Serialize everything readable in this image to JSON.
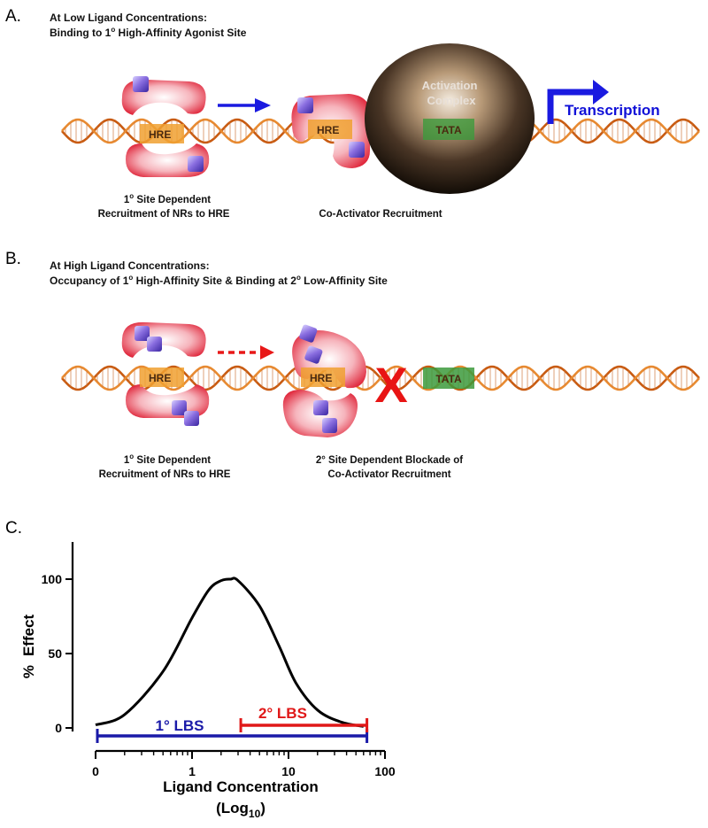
{
  "panels": {
    "a": {
      "letter": "A.",
      "heading_line1": "At Low Ligand Concentrations:",
      "heading_line2_pre": "Binding to 1",
      "heading_line2_sup": "o",
      "heading_line2_post": " High-Affinity  Agonist Site",
      "hre_left": "HRE",
      "hre_right": "HRE",
      "tata": "TATA",
      "complex_line1": "Activation",
      "complex_line2": "Complex",
      "transcription": "Transcription",
      "caption_left_line1_pre": "1",
      "caption_left_line1_sup": "o",
      "caption_left_line1_post": " Site Dependent",
      "caption_left_line2": "Recruitment of NRs to HRE",
      "caption_right": "Co-Activator Recruitment"
    },
    "b": {
      "letter": "B.",
      "heading_line1": "At High Ligand Concentrations:",
      "heading_line2_a": "Occupancy of 1",
      "heading_line2_sup1": "o",
      "heading_line2_b": "  High-Affinity Site & Binding at 2",
      "heading_line2_sup2": "o",
      "heading_line2_c": " Low-Affinity Site",
      "hre_left": "HRE",
      "hre_right": "HRE",
      "tata": "TATA",
      "block_mark": "X",
      "caption_left_line1_pre": "1",
      "caption_left_line1_sup": "o",
      "caption_left_line1_post": " Site Dependent",
      "caption_left_line2": "Recruitment of NRs to HRE",
      "caption_right_line1": "2° Site Dependent Blockade of",
      "caption_right_line2": "Co-Activator Recruitment"
    },
    "c": {
      "letter": "C."
    }
  },
  "colors": {
    "dna_strand": "#c85a10",
    "receptor": "#e83a4a",
    "ligand": "#6a4cc8",
    "hre_box": "#f0a030",
    "tata_box": "#3c9a3c",
    "arrow_blue": "#1a1ae0",
    "arrow_red": "#e81818",
    "range_blue": "#1a1aa8",
    "range_red": "#e01818"
  },
  "chart_data": {
    "type": "line",
    "ylabel_parts": [
      "%",
      "Effect"
    ],
    "xlabel_line1": "Ligand Concentration",
    "xlabel_line2_pre": "(Log",
    "xlabel_line2_sub": "10",
    "xlabel_line2_post": ")",
    "x_scale": "log",
    "x_ticks": [
      "0",
      "1",
      "10",
      "100"
    ],
    "y_ticks": [
      "0",
      "50",
      "100"
    ],
    "ylim": [
      0,
      125
    ],
    "grid": false,
    "curve": {
      "shape": "bell",
      "peak_x": 2.5,
      "peak_y": 100,
      "x": [
        0.1,
        0.2,
        0.5,
        1,
        1.5,
        2,
        2.5,
        3,
        5,
        8,
        12,
        20,
        35,
        60
      ],
      "y": [
        2,
        9,
        38,
        74,
        93,
        99,
        100,
        99,
        82,
        55,
        30,
        12,
        4,
        1
      ]
    },
    "ranges": [
      {
        "label": "1° LBS",
        "from": 0.1,
        "to": 65,
        "color": "#1a1aa8"
      },
      {
        "label": "2° LBS",
        "from": 3.2,
        "to": 65,
        "color": "#e01818"
      }
    ]
  }
}
